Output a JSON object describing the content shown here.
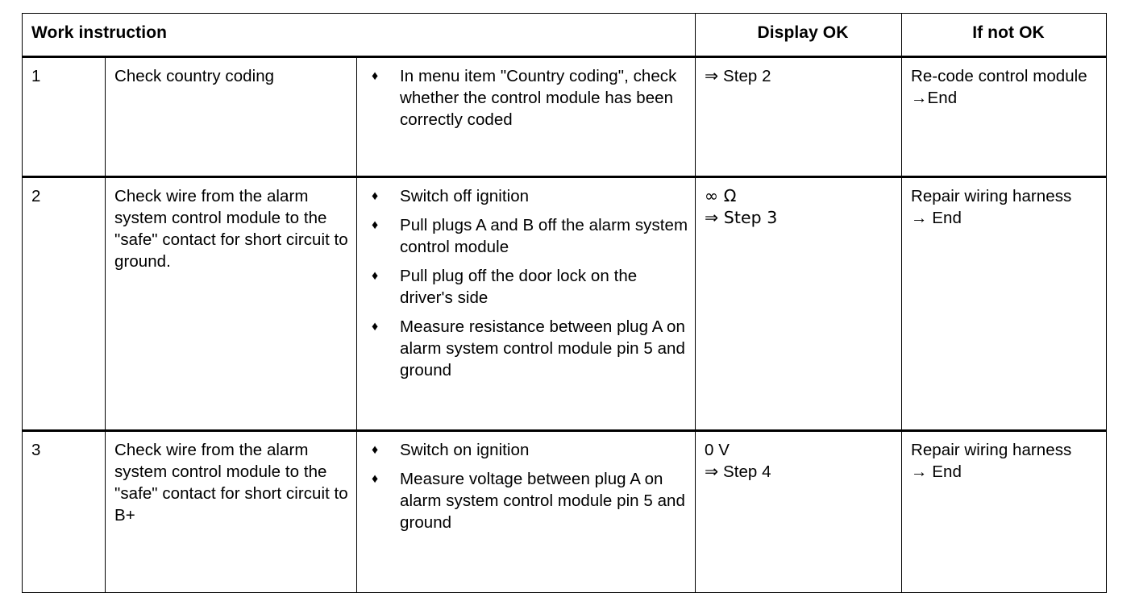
{
  "table": {
    "headers": {
      "work_instruction": "Work instruction",
      "display_ok": "Display OK",
      "if_not_ok": "If not OK"
    },
    "rows": [
      {
        "number": "1",
        "task": "Check country coding",
        "details": [
          "In menu item \"Country coding\", check whether the control module has been correctly coded"
        ],
        "display_ok": "⇒ Step 2",
        "if_not_ok": "Re-code control module\n→End"
      },
      {
        "number": "2",
        "task": "Check wire from the alarm system control module to the \"safe\" contact for short circuit to ground.",
        "details": [
          "Switch off ignition",
          "Pull plugs A and B off the alarm system control module",
          "Pull plug off the door lock on the driver's side",
          "Measure resistance between plug A on alarm system control module pin 5 and ground"
        ],
        "display_ok": "∞ Ω\n⇒ Step 3",
        "if_not_ok": "Repair wiring harness\n→ End"
      },
      {
        "number": "3",
        "task": "Check wire from the alarm system control module to the \"safe\" contact for short circuit to B+",
        "details": [
          "Switch on ignition",
          "Measure voltage between plug A on alarm system control module pin 5 and ground"
        ],
        "display_ok": "0 V\n⇒ Step 4",
        "if_not_ok": "Repair wiring harness\n→ End"
      }
    ],
    "bullet_glyph": "♦"
  },
  "colors": {
    "text": "#000000",
    "background": "#ffffff",
    "rule": "#000000"
  }
}
